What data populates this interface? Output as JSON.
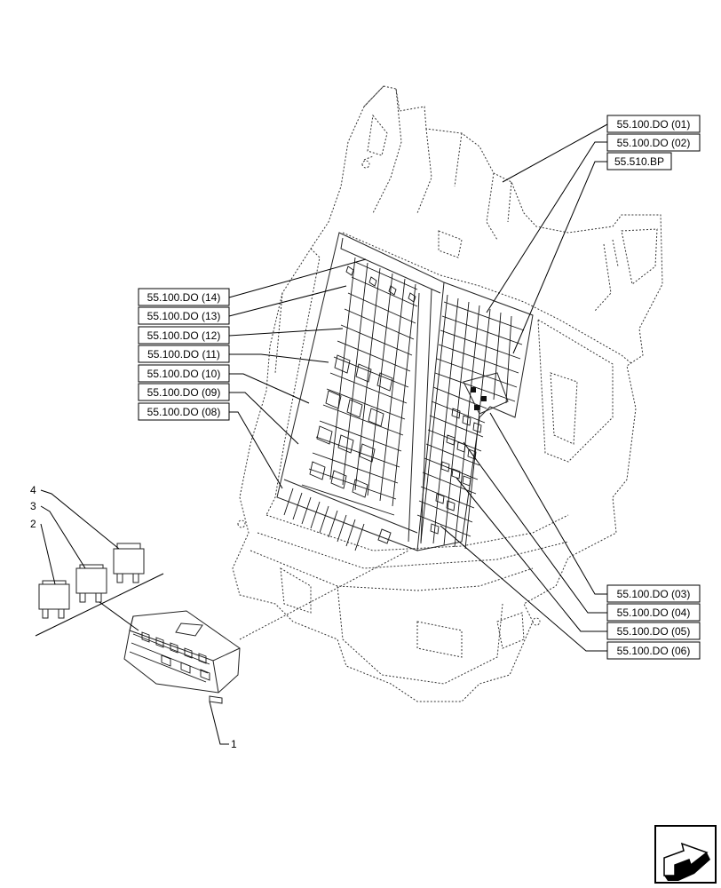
{
  "callouts": [
    {
      "key": "r1",
      "text": "55.100.DO (01)"
    },
    {
      "key": "r2",
      "text": "55.100.DO (02)"
    },
    {
      "key": "r3",
      "text": "55.510.BP"
    },
    {
      "key": "r4",
      "text": "55.100.DO (03)"
    },
    {
      "key": "r5",
      "text": "55.100.DO (04)"
    },
    {
      "key": "r6",
      "text": "55.100.DO (05)"
    },
    {
      "key": "r7",
      "text": "55.100.DO (06)"
    },
    {
      "key": "l1",
      "text": "55.100.DO (14)"
    },
    {
      "key": "l2",
      "text": "55.100.DO (13)"
    },
    {
      "key": "l3",
      "text": "55.100.DO (12)"
    },
    {
      "key": "l4",
      "text": "55.100.DO (11)"
    },
    {
      "key": "l5",
      "text": "55.100.DO (10)"
    },
    {
      "key": "l6",
      "text": "55.100.DO (09)"
    },
    {
      "key": "l7",
      "text": "55.100.DO (08)"
    }
  ],
  "item_numbers": [
    "1",
    "2",
    "3",
    "4"
  ],
  "nav_icon": "arrow-next-page-icon"
}
